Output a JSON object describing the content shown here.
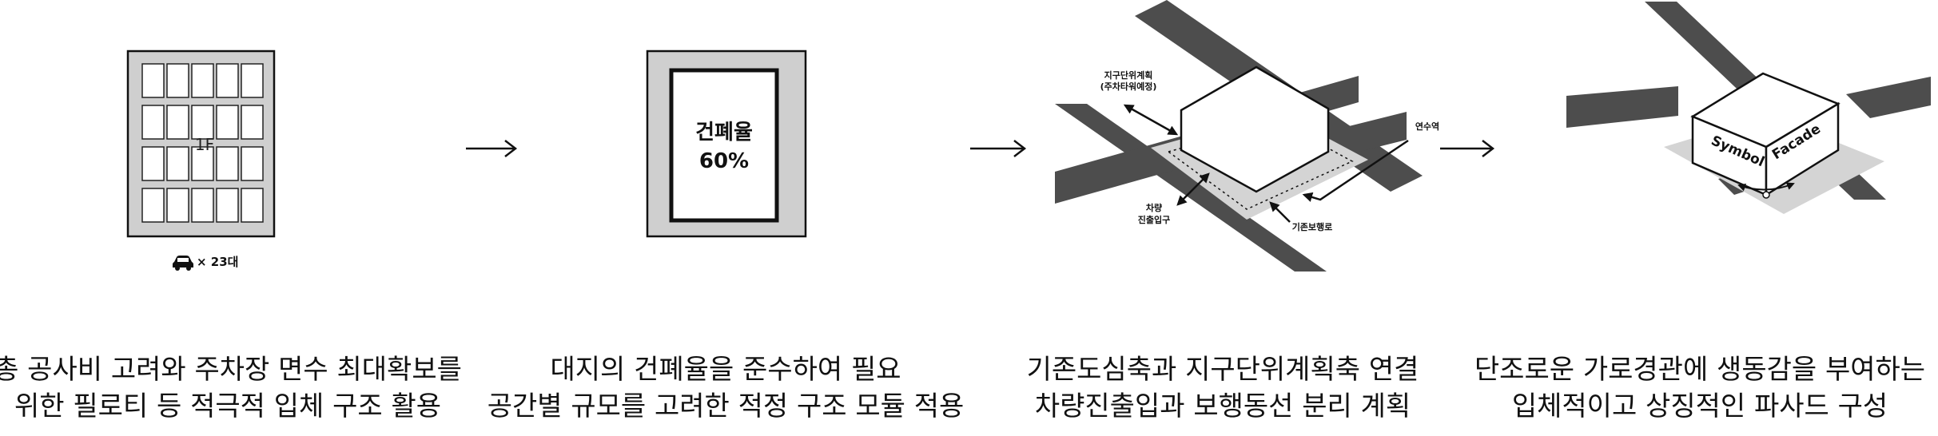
{
  "panel1": {
    "floor_label": "1F",
    "parking_count": "× 23대",
    "caption_line1": "총 공사비 고려와 주차장 면수 최대확보를",
    "caption_line2": "위한 필로티 등 적극적 입체 구조 활용",
    "icon": "car-icon"
  },
  "panel2": {
    "coverage_label": "건폐율",
    "coverage_value": "60%",
    "caption_line1": "대지의 건폐율을 준수하여 필요",
    "caption_line2": "공간별 규모를 고려한 적정 구조 모듈 적용"
  },
  "panel3": {
    "label_plan_1": "지구단위계획",
    "label_plan_2": "(주차타워예정)",
    "label_station": "연수역",
    "label_vehicle_1": "차량",
    "label_vehicle_2": "진출입구",
    "label_walkway": "기존보행로",
    "caption_line1": "기존도심축과 지구단위계획축 연결",
    "caption_line2": "차량진출입과 보행동선 분리 계획"
  },
  "panel4": {
    "face_left": "Symbol",
    "face_right": "Facade",
    "caption_line1": "단조로운 가로경관에 생동감을 부여하는",
    "caption_line2": "입체적이고 상징적인 파사드 구성"
  },
  "colors": {
    "road": "#4d4d4d",
    "site": "#d4d4d4",
    "frame": "#cfcfcf",
    "stroke": "#111111"
  },
  "icons": [
    "arrow-right-icon",
    "car-icon",
    "double-arrow-icon"
  ]
}
